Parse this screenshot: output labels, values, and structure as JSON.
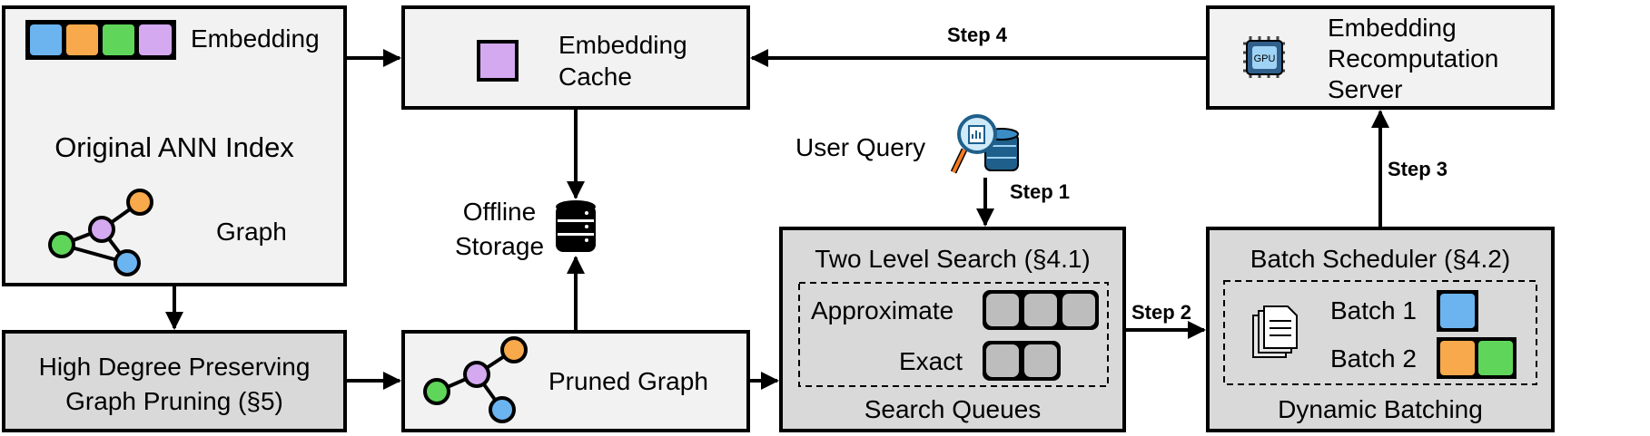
{
  "boxes": {
    "original_index": {
      "title": "Original ANN Index",
      "embedding_label": "Embedding",
      "graph_label": "Graph"
    },
    "pruning": {
      "line1": "High Degree Preserving",
      "line2": "Graph Pruning (§5)"
    },
    "cache": {
      "line1": "Embedding",
      "line2": "Cache"
    },
    "storage": {
      "line1": "Offline",
      "line2": "Storage"
    },
    "pruned_graph": {
      "label": "Pruned Graph"
    },
    "recompute_server": {
      "line1": "Embedding",
      "line2": "Recomputation",
      "line3": "Server",
      "chip_label": "GPU"
    },
    "user_query": {
      "label": "User Query"
    },
    "two_level_search": {
      "title": "Two Level Search (§4.1)",
      "approximate": "Approximate",
      "exact": "Exact",
      "footer": "Search Queues"
    },
    "batch_scheduler": {
      "title": "Batch Scheduler (§4.2)",
      "batch1": "Batch 1",
      "batch2": "Batch 2",
      "footer": "Dynamic Batching"
    }
  },
  "steps": {
    "step1": "Step 1",
    "step2": "Step 2",
    "step3": "Step 3",
    "step4": "Step 4"
  },
  "colors": {
    "blue": "#6cb4f0",
    "orange": "#f7a94b",
    "green": "#5fd65a",
    "purple": "#d4a9f0",
    "box_fill": "#f2f2f2",
    "box_fill_dark": "#d9d9d9",
    "queue_fill": "#bdbdbd"
  }
}
